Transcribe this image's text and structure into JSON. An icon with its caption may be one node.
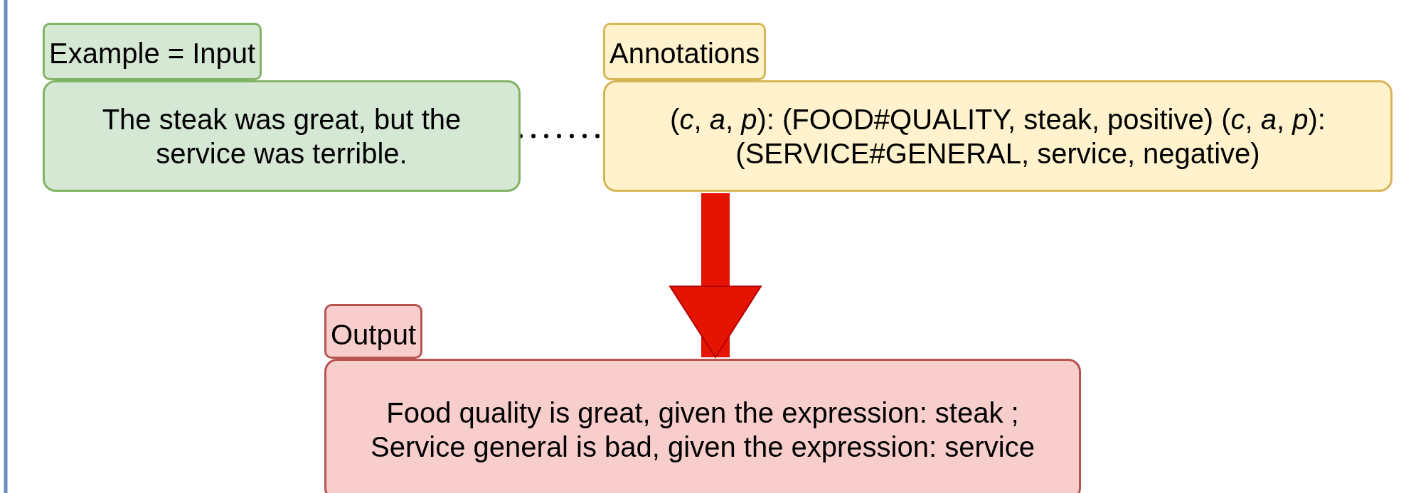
{
  "diagram": {
    "nodes": [
      {
        "text": [
          "Example = Input",
          "The steak was great, but the service was terrible."
        ]
      },
      {
        "text": [
          "Annotations",
          "(*c*, *a*, *p*): (FOOD#QUALITY, steak, positive) (*c*, *a*, *p*): (SERVICE#GENERAL, service, negative)"
        ]
      },
      {
        "text": [
          "Output",
          "Food quality is great, given the expression: steak ; Service general is bad, given the expression: service"
        ]
      }
    ],
    "edges": [
      {
        "from": 0,
        "to": 1,
        "arrow": "none",
        "style": "dashed"
      },
      {
        "from": 1,
        "to": 2,
        "arrow": "to",
        "style": "thick",
        "color": "#e51400"
      }
    ]
  }
}
